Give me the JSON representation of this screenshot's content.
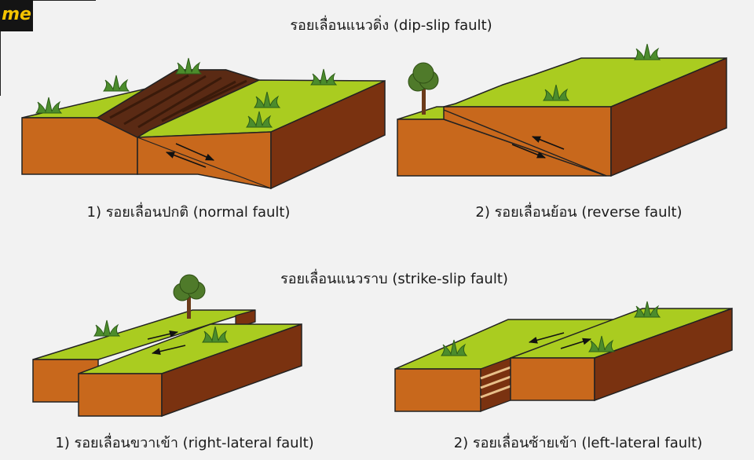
{
  "logo": {
    "text": "me"
  },
  "sections": {
    "dip_slip": {
      "heading": "รอยเลื่อนแนวดิ่ง (dip-slip fault)"
    },
    "strike_slip": {
      "heading": "รอยเลื่อนแนวราบ (strike-slip fault)"
    }
  },
  "diagrams": {
    "normal": {
      "caption": "1) รอยเลื่อนปกติ (normal fault)"
    },
    "reverse": {
      "caption": "2) รอยเลื่อนย้อน (reverse fault)"
    },
    "right_lateral": {
      "caption": "1) รอยเลื่อนขวาเข้า (right-lateral fault)"
    },
    "left_lateral": {
      "caption": "2) รอยเลื่อนซ้ายเข้า (left-lateral fault)"
    }
  },
  "colors": {
    "grass": "#aacc20",
    "earth_front": "#c8681c",
    "earth_side": "#7a3210",
    "soil_dark": "#5a2a14",
    "tree": "#4f7a2a",
    "tuft": "#4c8c2c",
    "background": "#f2f2f2",
    "logo_bg": "#141414",
    "logo_text": "#f5c400"
  }
}
